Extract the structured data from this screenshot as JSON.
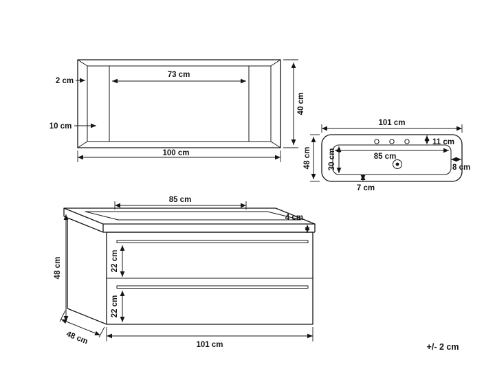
{
  "colors": {
    "line": "#151515",
    "background": "#ffffff"
  },
  "tolerance_note": "+/- 2 cm",
  "mirror": {
    "inner_width": "73 cm",
    "frame_thickness": "2 cm",
    "side_panel_width": "10 cm",
    "total_width": "100 cm",
    "height": "40 cm"
  },
  "sink_top_view": {
    "total_width": "101 cm",
    "faucet_inset": "11 cm",
    "basin_width": "85 cm",
    "right_edge": "8 cm",
    "total_depth": "48 cm",
    "basin_depth": "30 cm",
    "bottom_edge": "7 cm"
  },
  "vanity": {
    "basin_width": "85 cm",
    "countertop_thickness": "4 cm",
    "height": "48 cm",
    "upper_drawer_height": "22 cm",
    "lower_drawer_height": "22 cm",
    "total_width": "101 cm",
    "depth": "48 cm"
  }
}
